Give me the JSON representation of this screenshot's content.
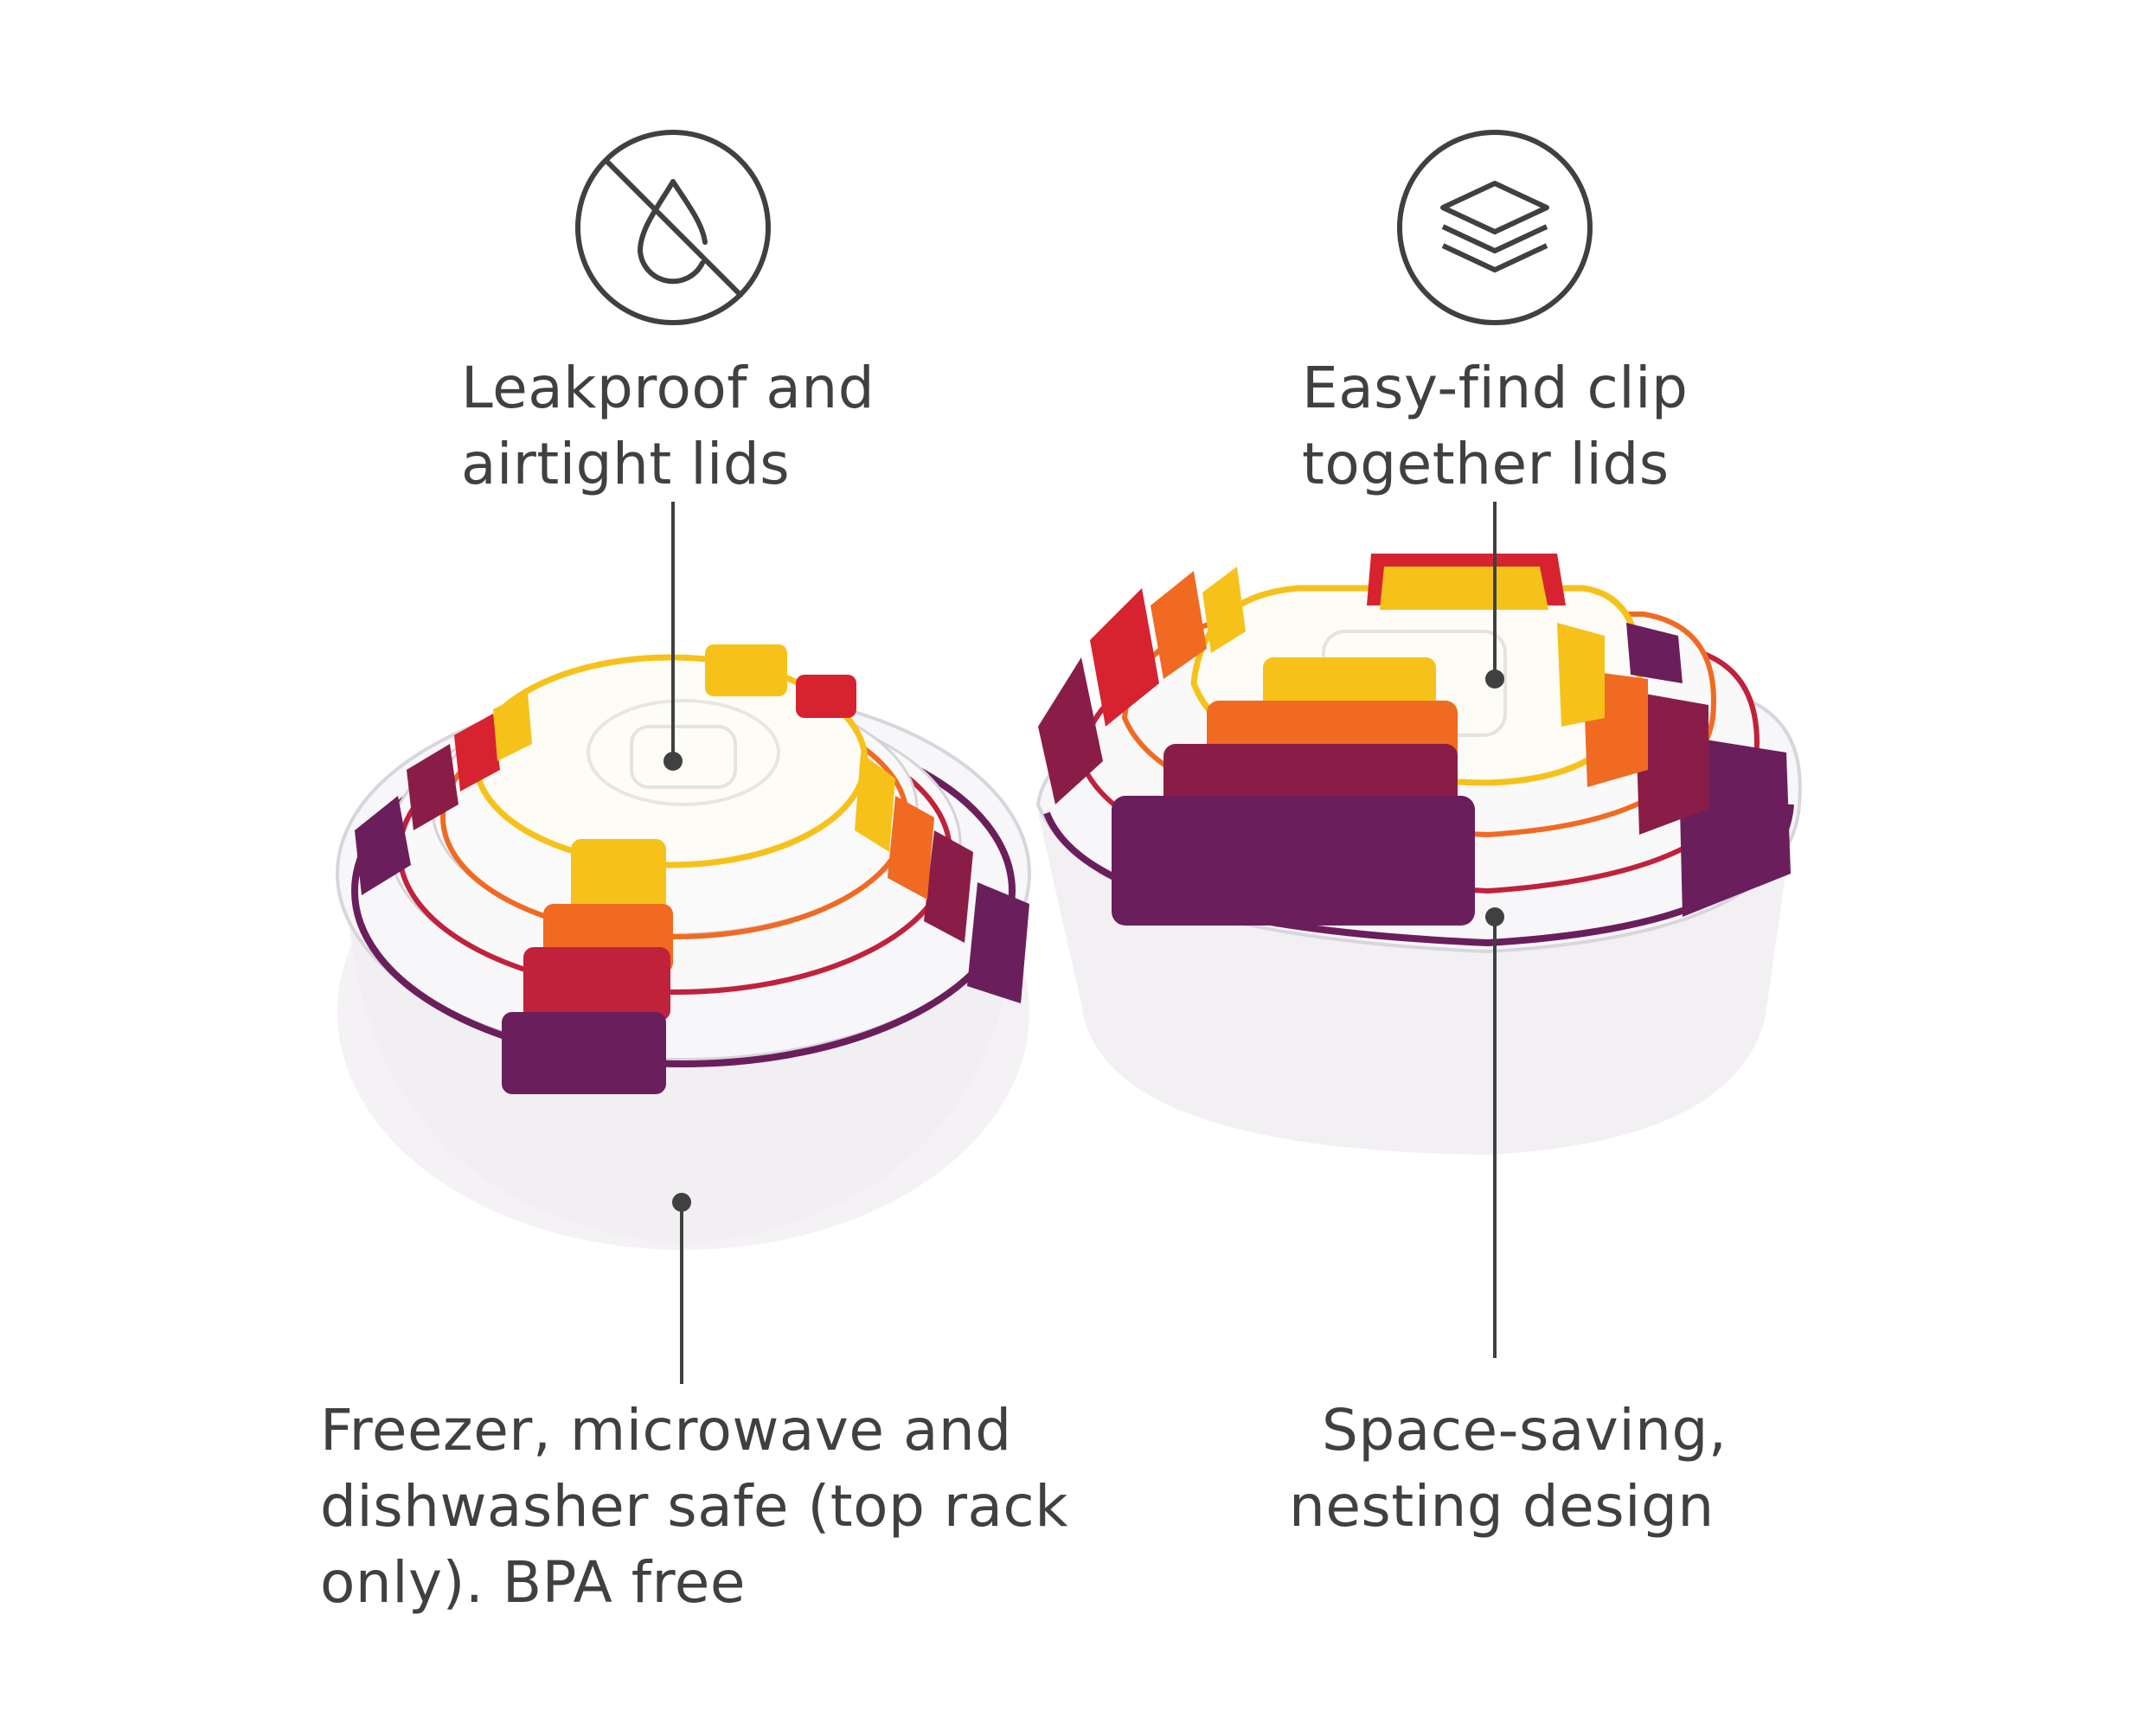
{
  "features": {
    "leakproof": {
      "icon": "no-drop-icon",
      "line1": "Leakproof and",
      "line2": "airtight lids"
    },
    "clip": {
      "icon": "stacked-layers-icon",
      "line1": "Easy-find clip",
      "line2": "together lids"
    },
    "safe": {
      "line1": "Freezer, microwave and",
      "line2": "dishwasher safe (top rack",
      "line3": "only). BPA free"
    },
    "nesting": {
      "line1": "Space-saving,",
      "line2": "nesting design"
    }
  },
  "colors": {
    "text": "#404040",
    "purple": "#6b1e5c",
    "plum": "#8a1d47",
    "red": "#d6232f",
    "orange": "#f06a22",
    "yellow": "#f6c21a"
  }
}
